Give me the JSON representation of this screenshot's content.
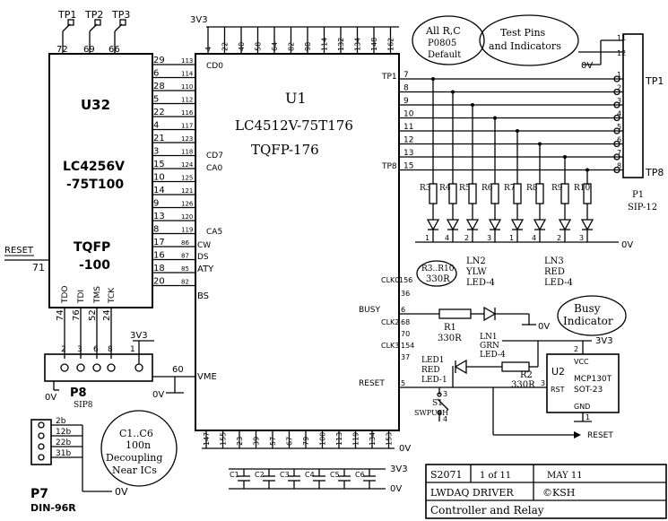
{
  "u32": {
    "ref": "U32",
    "part_line1": "LC4256V",
    "part_line2": "-75T100",
    "pkg_line1": "TQFP",
    "pkg_line2": "-100",
    "top_pins": [
      "72",
      "69",
      "66"
    ],
    "right_pins_outer": [
      "29",
      "6",
      "28",
      "5",
      "22",
      "4",
      "21",
      "3",
      "15",
      "10",
      "14",
      "9",
      "13",
      "8",
      "17",
      "16",
      "18",
      "20"
    ],
    "right_pins_inner": [
      "113",
      "114",
      "110",
      "112",
      "116",
      "117",
      "123",
      "118",
      "124",
      "125",
      "121",
      "126",
      "120",
      "119",
      "86",
      "87",
      "85",
      "82"
    ],
    "reset_pin": "71",
    "jtag_labels": [
      "TDO",
      "TDI",
      "TMS",
      "TCK"
    ],
    "jtag_pins": [
      "74",
      "76",
      "52",
      "24"
    ]
  },
  "tp_labels": [
    "TP1",
    "TP2",
    "TP3"
  ],
  "u1": {
    "ref": "U1",
    "part": "LC4512V-75T176",
    "pkg": "TQFP-176",
    "signals": [
      "CD0",
      "CD7",
      "CA0",
      "CA5",
      "CW",
      "DS",
      "ATY",
      "BS",
      "VME"
    ],
    "top_pins": [
      "4",
      "22",
      "40",
      "58",
      "64",
      "82",
      "98",
      "114",
      "132",
      "134",
      "148",
      "162"
    ],
    "bottom_pins": [
      "147",
      "155",
      "23",
      "39",
      "57",
      "67",
      "79",
      "100",
      "113",
      "119",
      "134",
      "153"
    ],
    "out_pins": [
      "7",
      "8",
      "9",
      "10",
      "11",
      "12",
      "13",
      "15"
    ],
    "clk_label": "CLK0",
    "clk_pins": [
      "156",
      "36"
    ],
    "busy_pins": [
      "6",
      "68",
      "70",
      "154",
      "37"
    ],
    "clk2_label": "CLK2",
    "clk3_label": "CLK3",
    "reset_pin": "5",
    "vme_pin": "60"
  },
  "supply": {
    "v33": "3V3",
    "gnd": "0V"
  },
  "notes": {
    "pulldown_line1": "All R,C",
    "pulldown_line2": "P0805",
    "pulldown_line3": "Default",
    "testpins_line1": "Test Pins",
    "testpins_line2": "and Indicators",
    "decoupling_line1": "C1..C6",
    "decoupling_line2": "100n",
    "decoupling_line3": "Decoupling",
    "decoupling_line4": "Near ICs",
    "busy_line1": "Busy",
    "busy_line2": "Indicator"
  },
  "p1": {
    "ref": "P1",
    "type": "SIP-12",
    "pins_top": [
      "11",
      "12"
    ],
    "pins": [
      "1",
      "2",
      "3",
      "4",
      "5",
      "6",
      "7",
      "8"
    ],
    "tp_first": "TP1",
    "tp_last": "TP8"
  },
  "resistors": [
    "R3",
    "R4",
    "R5",
    "R6",
    "R7",
    "R8",
    "R9",
    "R10"
  ],
  "led_pins": [
    "1",
    "4",
    "2",
    "3",
    "1",
    "4",
    "2",
    "3"
  ],
  "ln2": {
    "line1": "LN2",
    "line2": "YLW",
    "line3": "LED-4"
  },
  "ln3": {
    "line1": "LN3",
    "line2": "RED",
    "line3": "LED-4"
  },
  "r_note": {
    "line1": "R3..R10",
    "line2": "330R"
  },
  "p8": {
    "ref": "P8",
    "type": "SIP8",
    "pins": [
      "2",
      "3",
      "6",
      "8",
      "1"
    ]
  },
  "p7": {
    "ref": "P7",
    "type": "DIN-96R",
    "pins": [
      "2b",
      "12b",
      "22b",
      "31b"
    ]
  },
  "busy_signal": "BUSY",
  "reset_signal": "RESET",
  "r1": {
    "ref": "R1",
    "value": "330R"
  },
  "r2": {
    "ref": "R2",
    "value": "330R"
  },
  "ln1": {
    "line1": "LN1",
    "line2": "GRN",
    "line3": "LED-4"
  },
  "led1": {
    "line1": "LED1",
    "line2": "RED",
    "line3": "LED-1"
  },
  "u2": {
    "ref": "U2",
    "vcc": "VCC",
    "part": "MCP130T",
    "pkg": "SOT-23",
    "rst": "RST",
    "gnd": "GND",
    "pins": [
      "1",
      "2",
      "3"
    ]
  },
  "s1": {
    "ref": "S1",
    "type": "SWPUSH",
    "pins": [
      "3",
      "4"
    ]
  },
  "caps": [
    "C1",
    "C2",
    "C3",
    "C4",
    "C5",
    "C6"
  ],
  "titleblock": {
    "drawing": "S2071",
    "sheet": "1 of 11",
    "date": "MAY 11",
    "project": "LWDAQ DRIVER",
    "author": "©KSH",
    "subtitle": "Controller and Relay"
  }
}
